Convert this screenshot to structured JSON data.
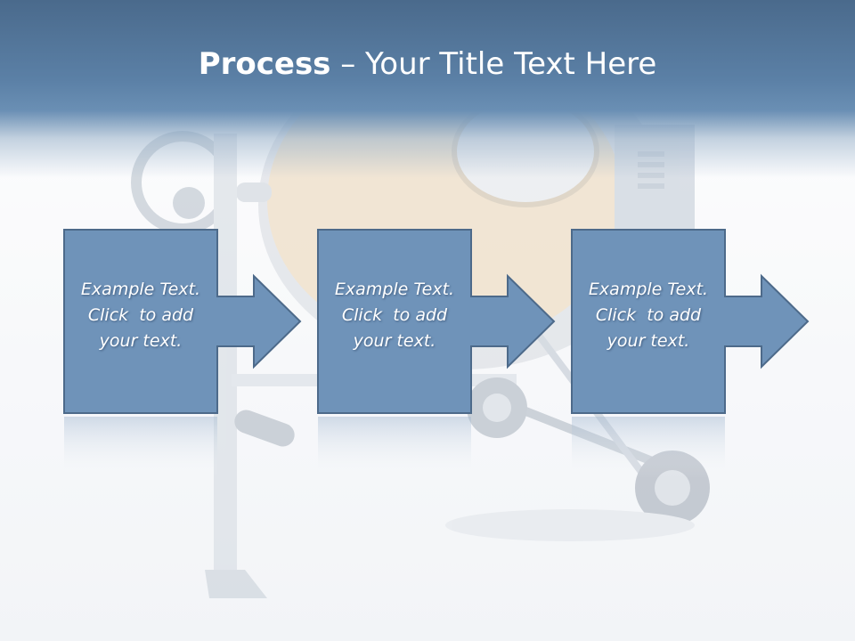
{
  "slide": {
    "title_bold": "Process",
    "title_rest": " – Your Title Text Here"
  },
  "steps": [
    {
      "lines": [
        "Example Text.",
        "Click  to add",
        "your text."
      ]
    },
    {
      "lines": [
        "Example Text.",
        "Click  to add",
        "your text."
      ]
    },
    {
      "lines": [
        "Example Text.",
        "Click  to add",
        "your text."
      ]
    }
  ],
  "colors": {
    "title_band": "#5b80a6",
    "box_fill": "#6f93b9",
    "box_border": "#4d6a8a",
    "text": "#ffffff"
  },
  "background_image": "cement-mixer-illustration"
}
